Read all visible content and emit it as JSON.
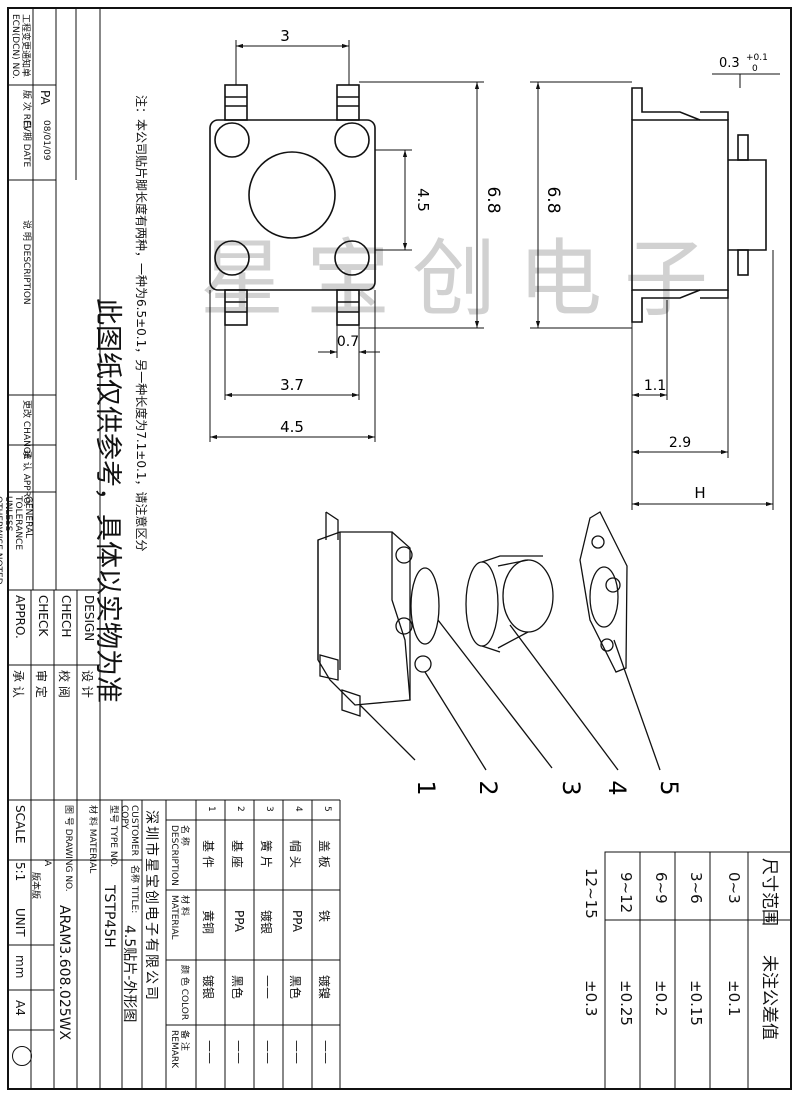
{
  "watermark": "星宝创电子",
  "note": "注：本公司贴片脚长度有两种，一种为6.5±0.1，另一种长度为7.1±0.1，请注意区分",
  "reference_notice": "此图纸仅供参考，具体以实物为准",
  "dimensions": {
    "top_width": "3",
    "left_height": "4.5",
    "body_height": "6.8",
    "pin_width": "0.7",
    "pin_pitch": "3.7",
    "body_width": "4.5",
    "side_height": "6.8",
    "frame_thickness": "0.3",
    "tol_plus": "+0.1",
    "tol_zero": "0",
    "base_thickness": "1.1",
    "body_depth": "2.9",
    "overall_height": "H"
  },
  "callouts": [
    "1",
    "2",
    "3",
    "4",
    "5"
  ],
  "revision_block": {
    "ecn_label": "工程变更通知单 ECN(DCN) NO.",
    "rev_label": "版 次 REV",
    "rev_value": "PA",
    "date_label": "日 期 DATE",
    "date_value": "08/01/09",
    "description_label": "说 明 DESCRIPTION",
    "change_label": "更改 CHANGE",
    "approved_label": "承 认 APPRO.",
    "tolerance_label": "GENERAL TOLERANCE UNLESS OTHERWISE NOTED"
  },
  "signoff": [
    {
      "en": "DESIGN",
      "cn": "设 计"
    },
    {
      "en": "CHECH",
      "cn": "校 阅"
    },
    {
      "en": "CHECK",
      "cn": "审 定"
    },
    {
      "en": "APPRO.",
      "cn": "承 认"
    }
  ],
  "parts": {
    "headers": [
      "名 称 DESCRIPTION",
      "材 料 MATERIAL",
      "颜 色 COLOR",
      "备 注 REMARK"
    ],
    "rows": [
      {
        "no": "1",
        "name": "基 件",
        "material": "黄铜",
        "color": "镀银",
        "remark": "——"
      },
      {
        "no": "2",
        "name": "基 座",
        "material": "PPA",
        "color": "黑色",
        "remark": "——"
      },
      {
        "no": "3",
        "name": "簧 片",
        "material": "镀银",
        "color": "——",
        "remark": "——"
      },
      {
        "no": "4",
        "name": "帽 头",
        "material": "PPA",
        "color": "黑色",
        "remark": "——"
      },
      {
        "no": "5",
        "name": "盖 板",
        "material": "铁",
        "color": "镀镍",
        "remark": "——"
      }
    ]
  },
  "title_block": {
    "company": "深圳市星宝创电子有限公司",
    "customer_label": "CUSTOMER COPY",
    "title_label": "名称 TITLE:",
    "title_value": "4.5贴片-外形图",
    "type_label": "型号 TYPE NO.",
    "type_value": "TSTP45H",
    "material_label": "材 料 MATERIAL",
    "drawing_label": "图 号 DRAWING NO.",
    "drawing_value": "ARAM3.608.025WX",
    "rev_box": "A",
    "rev_box_label": "版本版",
    "scale_label": "SCALE",
    "scale_value": "5:1",
    "unit_label": "UNIT",
    "unit_value": "mm",
    "size_value": "A4"
  },
  "tolerance_table": {
    "headers": [
      "尺寸范围",
      "未注公差值"
    ],
    "rows": [
      {
        "range": "0~3",
        "tol": "±0.1"
      },
      {
        "range": "3~6",
        "tol": "±0.15"
      },
      {
        "range": "6~9",
        "tol": "±0.2"
      },
      {
        "range": "9~12",
        "tol": "±0.25"
      },
      {
        "range": "12~15",
        "tol": "±0.3"
      }
    ]
  }
}
